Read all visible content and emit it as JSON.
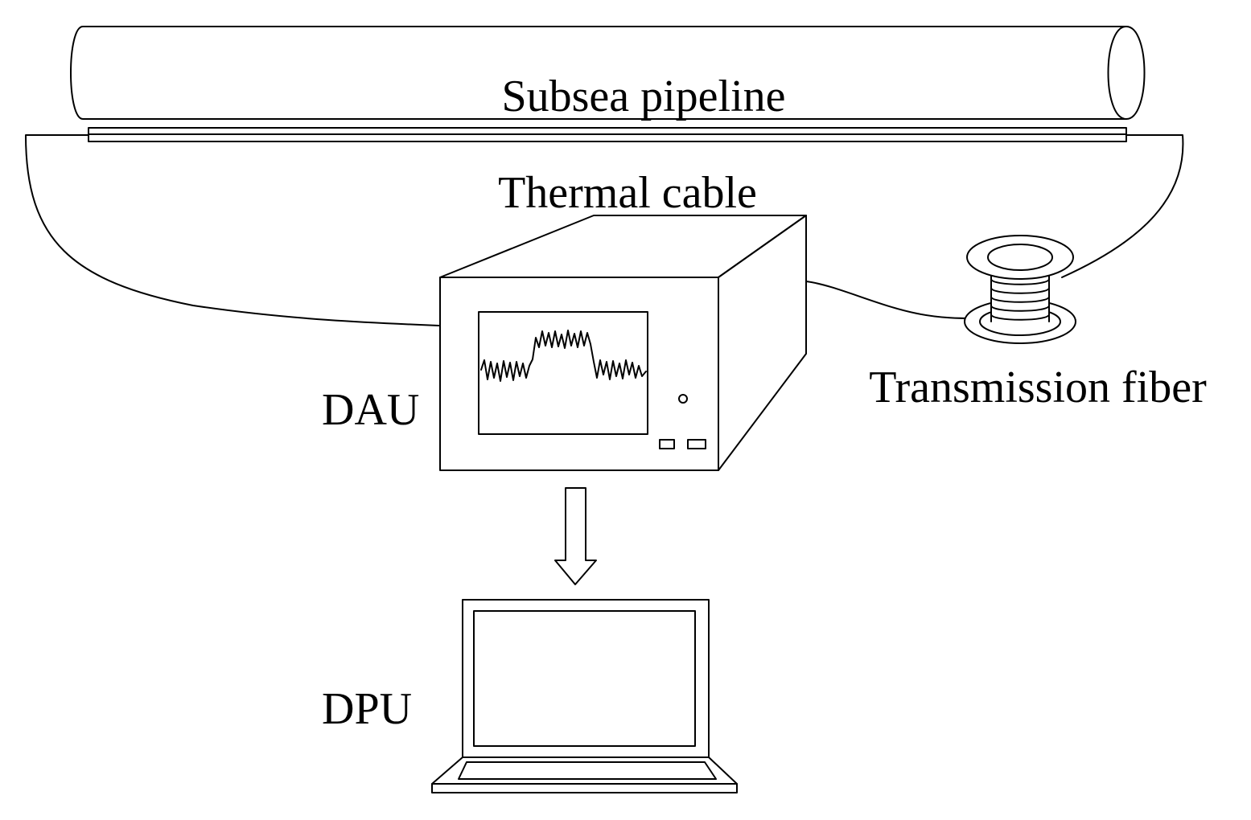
{
  "labels": {
    "pipeline": "Subsea pipeline",
    "thermal_cable": "Thermal cable",
    "dau": "DAU",
    "transmission_fiber": "Transmission fiber",
    "dpu": "DPU"
  },
  "colors": {
    "line": "#000000",
    "background": "#ffffff"
  },
  "icons": [
    "pipeline-icon",
    "thermal-cable-icon",
    "dau-instrument-icon",
    "fiber-spool-icon",
    "arrow-down-icon",
    "laptop-icon"
  ]
}
